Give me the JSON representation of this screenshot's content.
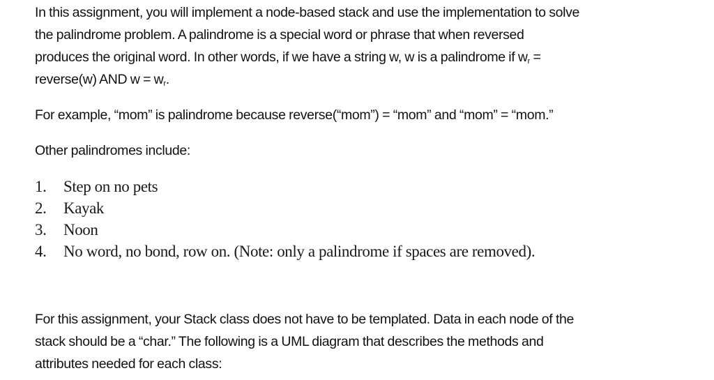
{
  "document": {
    "intro_paragraph": {
      "lines": [
        "In this assignment, you will implement a node-based stack and use the implementation to solve",
        "the palindrome problem.  A palindrome is a special word or phrase that when reversed",
        "produces the original word.  In other words, if we have a string w, w is a palindrome if w",
        "reverse(w) AND w = w"
      ],
      "line3_suffix": " =",
      "line4_suffix": ".",
      "subscript": "r"
    },
    "example_paragraph": "For example, “mom” is palindrome because reverse(“mom”) = “mom” and “mom” = “mom.”",
    "list_intro": "Other palindromes include:",
    "palindromes": [
      {
        "number": "1.",
        "text": "Step on no pets"
      },
      {
        "number": "2.",
        "text": "Kayak"
      },
      {
        "number": "3.",
        "text": "Noon"
      },
      {
        "number": "4.",
        "text": "No word, no bond, row on.  (Note: only a palindrome if spaces are removed)."
      }
    ],
    "stack_paragraph": {
      "lines": [
        "For this assignment, your Stack class does not have to be templated.  Data in each node of the",
        "stack should be a “char.”  The following is a UML diagram that describes the methods and",
        "attributes needed for each class:"
      ]
    }
  }
}
